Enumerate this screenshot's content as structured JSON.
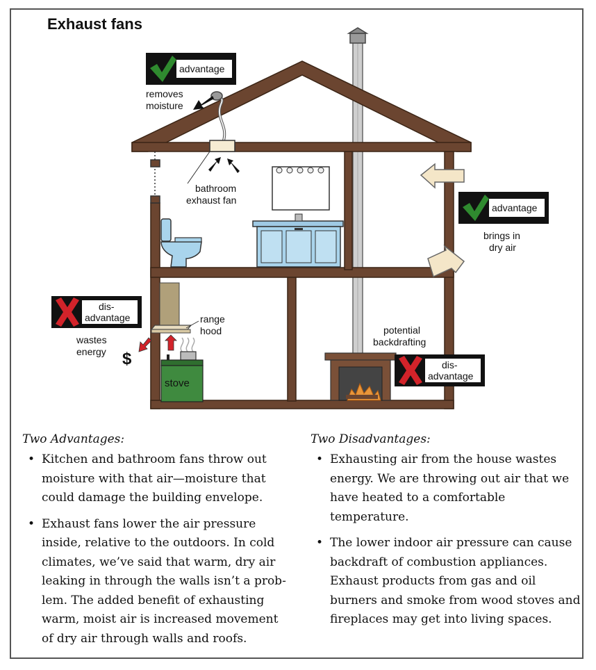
{
  "title": "Exhaust fans",
  "diagram": {
    "badges": {
      "advantage_top": "advantage",
      "advantage_right": "advantage",
      "disadvantage_left": [
        "dis-",
        "advantage"
      ],
      "disadvantage_right": [
        "dis-",
        "advantage"
      ]
    },
    "labels": {
      "removes_moisture": [
        "removes",
        "moisture"
      ],
      "bathroom_fan": [
        "bathroom",
        "exhaust fan"
      ],
      "brings_dry_air": [
        "brings in",
        "dry air"
      ],
      "range_hood": [
        "range",
        "hood"
      ],
      "wastes_energy": [
        "wastes",
        "energy"
      ],
      "stove": "stove",
      "backdrafting": [
        "potential",
        "backdrafting"
      ],
      "dollar": "$"
    },
    "colors": {
      "wall": "#6b4530",
      "check_green": "#2f8a2f",
      "x_red": "#d2232a",
      "sink_blue": "#a9d4ec",
      "stove_green": "#3f8a3f",
      "arrow_cream": "#f4e6c8"
    }
  },
  "advantages": {
    "heading": "Two Advantages:",
    "items": [
      "Kitchen and bathroom fans throw out moisture with that air—moisture that could damage the building envelope.",
      "Exhaust fans lower the air pressure inside, relative to the outdoors. In cold climates, we’ve said that warm, dry air leaking in through the walls isn’t a prob-lem. The added benefit of exhausting warm, moist air is increased movement of dry air through walls and roofs."
    ]
  },
  "disadvantages": {
    "heading": "Two Disadvantages:",
    "items": [
      "Exhausting air from the house wastes energy. We are throwing out air that we have heated to a comfortable temperature.",
      "The lower indoor air pressure can cause backdraft of combustion appliances. Exhaust products from gas and oil burners and smoke from wood stoves and fireplaces may get into living spaces."
    ]
  }
}
